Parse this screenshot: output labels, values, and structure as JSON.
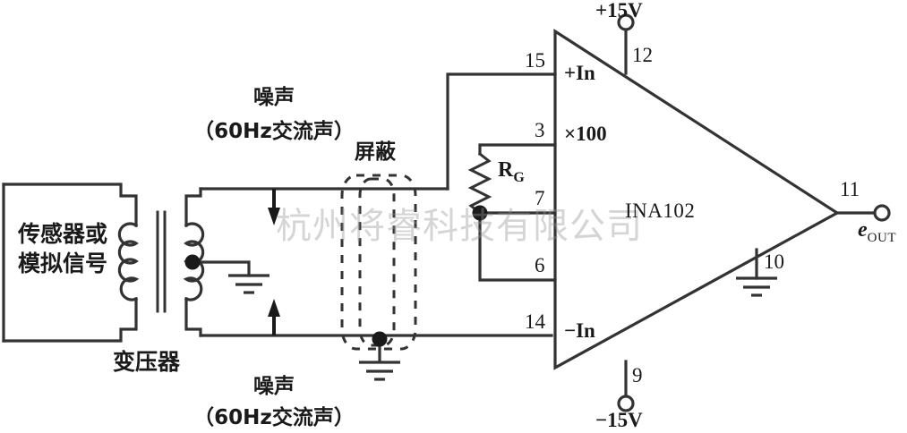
{
  "diagram": {
    "title": "INA102 instrumentation amplifier with transformer-coupled input",
    "watermark": "杭州将睿科技有限公司",
    "ink_color": "#333333",
    "accent_color": "#1a1a1a"
  },
  "source_block": {
    "line1": "传感器或",
    "line2": "模拟信号"
  },
  "transformer": {
    "label": "变压器"
  },
  "noise": {
    "top_title": "噪声",
    "top_sub": "（60Hz交流声）",
    "bottom_title": "噪声",
    "bottom_sub": "（60Hz交流声）"
  },
  "shield": {
    "label": "屏蔽"
  },
  "gain_resistor": {
    "label": "R",
    "subscript": "G"
  },
  "amplifier": {
    "chip": "INA102",
    "gain_label": "×100",
    "plus_in_label": "+In",
    "minus_in_label": "−In",
    "pins": {
      "plus_in": "15",
      "gain": "3",
      "rg_low": "7",
      "sense_low": "6",
      "minus_in": "14",
      "v_plus": "12",
      "v_minus": "9",
      "ref_gnd": "10",
      "output": "11"
    }
  },
  "supplies": {
    "positive": "+15V",
    "negative": "−15V"
  },
  "output": {
    "symbol_e": "e",
    "symbol_sub": "OUT"
  }
}
